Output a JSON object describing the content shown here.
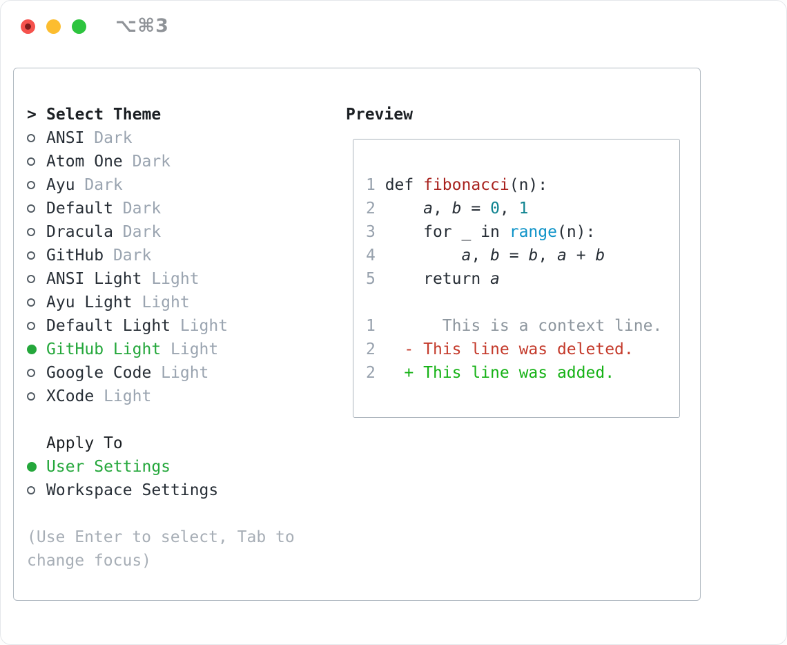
{
  "window": {
    "title": "⌥⌘3",
    "traffic_lights": [
      "close",
      "minimize",
      "zoom"
    ]
  },
  "panel": {
    "theme_section": {
      "focus_indicator": ">",
      "header": "Select Theme",
      "items": [
        {
          "name": "ANSI",
          "variant": "Dark",
          "selected": false
        },
        {
          "name": "Atom One",
          "variant": "Dark",
          "selected": false
        },
        {
          "name": "Ayu",
          "variant": "Dark",
          "selected": false
        },
        {
          "name": "Default",
          "variant": "Dark",
          "selected": false
        },
        {
          "name": "Dracula",
          "variant": "Dark",
          "selected": false
        },
        {
          "name": "GitHub",
          "variant": "Dark",
          "selected": false
        },
        {
          "name": "ANSI Light",
          "variant": "Light",
          "selected": false
        },
        {
          "name": "Ayu Light",
          "variant": "Light",
          "selected": false
        },
        {
          "name": "Default Light",
          "variant": "Light",
          "selected": false
        },
        {
          "name": "GitHub Light",
          "variant": "Light",
          "selected": true
        },
        {
          "name": "Google Code",
          "variant": "Light",
          "selected": false
        },
        {
          "name": "XCode",
          "variant": "Light",
          "selected": false
        }
      ]
    },
    "apply_section": {
      "header": "Apply To",
      "items": [
        {
          "name": "User Settings",
          "selected": true
        },
        {
          "name": "Workspace Settings",
          "selected": false
        }
      ]
    },
    "hint_lines": [
      "(Use Enter to select, Tab to",
      "change focus)"
    ]
  },
  "preview": {
    "header": "Preview",
    "lines": [
      [
        {
          "t": "1 ",
          "c": "ln"
        },
        {
          "t": "def ",
          "c": "code"
        },
        {
          "t": "fibonacci",
          "c": "func"
        },
        {
          "t": "(n):",
          "c": "code"
        }
      ],
      [
        {
          "t": "2 ",
          "c": "ln"
        },
        {
          "t": "    ",
          "c": "code"
        },
        {
          "t": "a",
          "c": "code",
          "i": 1
        },
        {
          "t": ", ",
          "c": "code"
        },
        {
          "t": "b",
          "c": "code",
          "i": 1
        },
        {
          "t": " = ",
          "c": "code"
        },
        {
          "t": "0",
          "c": "num"
        },
        {
          "t": ", ",
          "c": "code"
        },
        {
          "t": "1",
          "c": "num"
        }
      ],
      [
        {
          "t": "3 ",
          "c": "ln"
        },
        {
          "t": "    for _ in ",
          "c": "code"
        },
        {
          "t": "range",
          "c": "builtin"
        },
        {
          "t": "(n):",
          "c": "code"
        }
      ],
      [
        {
          "t": "4 ",
          "c": "ln"
        },
        {
          "t": "        ",
          "c": "code"
        },
        {
          "t": "a",
          "c": "code",
          "i": 1
        },
        {
          "t": ", ",
          "c": "code"
        },
        {
          "t": "b",
          "c": "code",
          "i": 1
        },
        {
          "t": " = ",
          "c": "code"
        },
        {
          "t": "b",
          "c": "code",
          "i": 1
        },
        {
          "t": ", ",
          "c": "code"
        },
        {
          "t": "a",
          "c": "code",
          "i": 1
        },
        {
          "t": " + ",
          "c": "code"
        },
        {
          "t": "b",
          "c": "code",
          "i": 1
        }
      ],
      [
        {
          "t": "5 ",
          "c": "ln"
        },
        {
          "t": "    return ",
          "c": "code"
        },
        {
          "t": "a",
          "c": "code",
          "i": 1
        }
      ],
      [],
      [
        {
          "t": "1",
          "c": "ln"
        },
        {
          "t": "       ",
          "c": "ctx"
        },
        {
          "t": "This is a context line.",
          "c": "ctx"
        }
      ],
      [
        {
          "t": "2",
          "c": "ln"
        },
        {
          "t": "   ",
          "c": "code"
        },
        {
          "t": "- This line was deleted.",
          "c": "del"
        }
      ],
      [
        {
          "t": "2",
          "c": "ln"
        },
        {
          "t": "   ",
          "c": "code"
        },
        {
          "t": "+ This line was added.",
          "c": "add"
        }
      ]
    ]
  },
  "colors": {
    "text": "#272e36",
    "muted": "#9aa4b0",
    "hint": "#a7aeb6",
    "ln": "#97a1ad",
    "func": "#a8221e",
    "num": "#0e8390",
    "builtin": "#0e93c8",
    "ctx": "#8d969e",
    "del": "#c43a2b",
    "add": "#16b216",
    "green_sel": "#24a73b"
  }
}
